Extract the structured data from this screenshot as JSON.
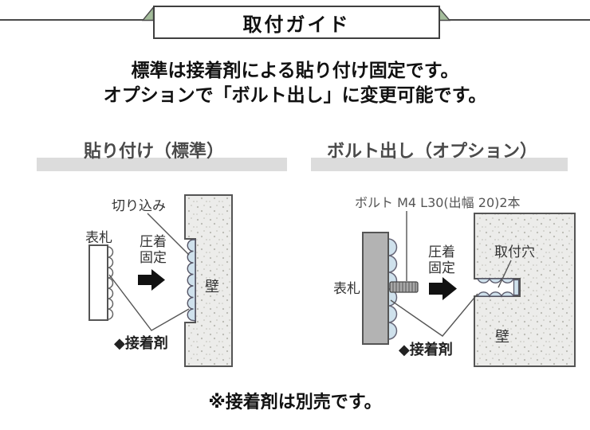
{
  "banner": {
    "title": "取付ガイド"
  },
  "intro": {
    "line1": "標準は接着剤による貼り付け固定です。",
    "line2": "オプションで「ボルト出し」に変更可能です。"
  },
  "left_section": {
    "heading": "貼り付け（標準）",
    "notch_label": "切り込み",
    "nameplate_label": "表札",
    "press_label_line1": "圧着",
    "press_label_line2": "固定",
    "wall_label": "壁",
    "adhesive_label": "◆接着剤"
  },
  "right_section": {
    "heading": "ボルト出し（オプション）",
    "bolt_label": "ボルト M4 L30(出幅 20)2本",
    "nameplate_label": "表札",
    "press_label_line1": "圧着",
    "press_label_line2": "固定",
    "hole_label": "取付穴",
    "wall_label": "壁",
    "adhesive_label": "◆接着剤"
  },
  "footer": {
    "note": "※接着剤は別売です。"
  },
  "colors": {
    "ribbon_green": "#a4bd9b",
    "section_bar_gray": "#dcdcdc",
    "wall_fill": "#ececea",
    "wall_speckle": "#b9b9b2",
    "adhesive_blue": "#cfe1ec",
    "nameplate_gray": "#b3b3b3",
    "outline_dark": "#4d4d4d"
  },
  "icons": {
    "arrow_right": "solid right arrow",
    "adhesive_diamond": "◆"
  }
}
